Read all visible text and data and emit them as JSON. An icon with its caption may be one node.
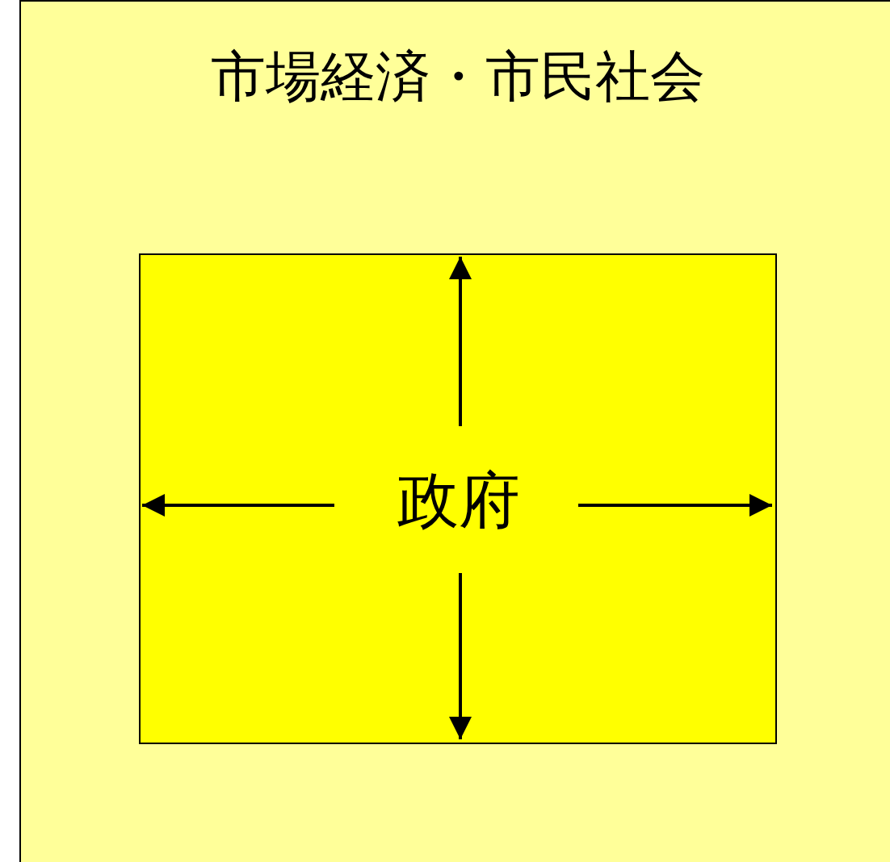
{
  "diagram": {
    "nodes": [
      {
        "text": [
          "市場経済・市民社会"
        ]
      },
      {
        "text": [
          "政府"
        ],
        "in": 0
      }
    ]
  }
}
